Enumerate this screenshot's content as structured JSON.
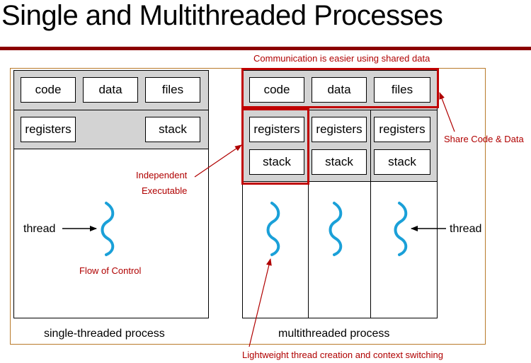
{
  "title": "Single and Multithreaded Processes",
  "single": {
    "code": "code",
    "data": "data",
    "files": "files",
    "registers": "registers",
    "stack": "stack",
    "thread_label": "thread",
    "flow_label": "Flow of Control",
    "caption": "single-threaded process"
  },
  "multi": {
    "code": "code",
    "data": "data",
    "files": "files",
    "registers": [
      "registers",
      "registers",
      "registers"
    ],
    "stack": [
      "stack",
      "stack",
      "stack"
    ],
    "thread_label": "thread",
    "caption": "multithreaded process"
  },
  "annotations": {
    "shared_data": "Communication is easier using shared data",
    "share_code": "Share Code & Data",
    "independent_line1": "Independent",
    "independent_line2": "Executable",
    "lightweight": "Lightweight thread creation and context switching"
  },
  "colors": {
    "title_rule": "#8b0000",
    "annotation": "#b00000",
    "thread_wave": "#1aa0d8",
    "band": "#d3d3d3",
    "frame": "#b97a2a"
  }
}
